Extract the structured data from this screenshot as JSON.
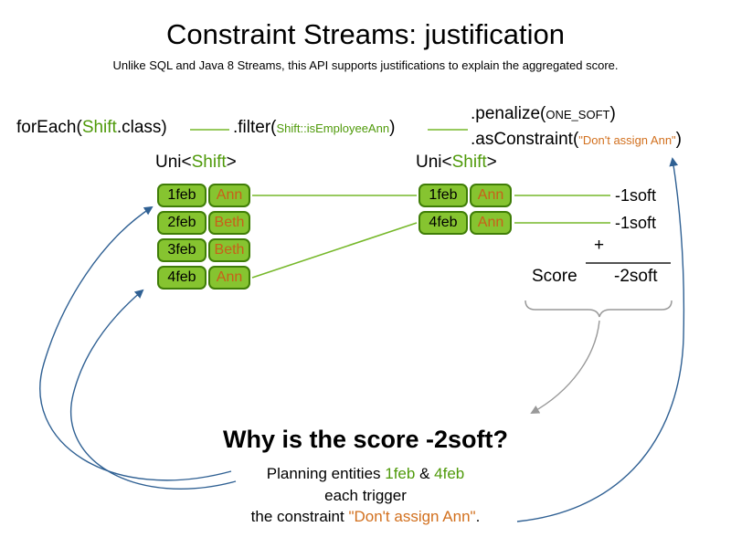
{
  "title": "Constraint Streams: justification",
  "subtitle": "Unlike SQL and Java 8 Streams, this API supports justifications to explain the aggregated score.",
  "code": {
    "foreach": {
      "prefix": "forEach(",
      "arg": "Shift",
      "suffix": ".class)"
    },
    "filter": {
      "prefix": ".filter(",
      "arg": "Shift::isEmployeeAnn",
      "suffix": ")"
    },
    "penalize": {
      "prefix": ".penalize(",
      "arg": "ONE_SOFT",
      "suffix": ")"
    },
    "asConstraint": {
      "prefix": ".asConstraint(",
      "arg": "\"Don't assign Ann\"",
      "suffix": ")"
    }
  },
  "streams": {
    "left": {
      "label": {
        "prefix": "Uni<",
        "type": "Shift",
        "suffix": ">"
      },
      "rows": [
        {
          "date": "1feb",
          "name": "Ann"
        },
        {
          "date": "2feb",
          "name": "Beth"
        },
        {
          "date": "3feb",
          "name": "Beth"
        },
        {
          "date": "4feb",
          "name": "Ann"
        }
      ]
    },
    "mid": {
      "label": {
        "prefix": "Uni<",
        "type": "Shift",
        "suffix": ">"
      },
      "rows": [
        {
          "date": "1feb",
          "name": "Ann"
        },
        {
          "date": "4feb",
          "name": "Ann"
        }
      ]
    }
  },
  "score": {
    "penalties": [
      "-1soft",
      "-1soft"
    ],
    "plus": "+",
    "label": "Score",
    "total": "-2soft"
  },
  "explanation": {
    "heading": "Why is the score -2soft?",
    "line1": {
      "prefix": "Planning entities ",
      "entity1": "1feb",
      "amp": " & ",
      "entity2": "4feb"
    },
    "line2": "each trigger",
    "line3": {
      "prefix": "the constraint ",
      "quote": "\"Don't assign Ann\"",
      "suffix": "."
    }
  },
  "colors": {
    "green_text": "#4f9a0a",
    "green_line": "#76b82a",
    "box_fill": "#86c430",
    "box_border": "#3f7d07",
    "orange_text": "#c95f1a",
    "blue_arrow": "#2f6093",
    "gray": "#999999"
  }
}
